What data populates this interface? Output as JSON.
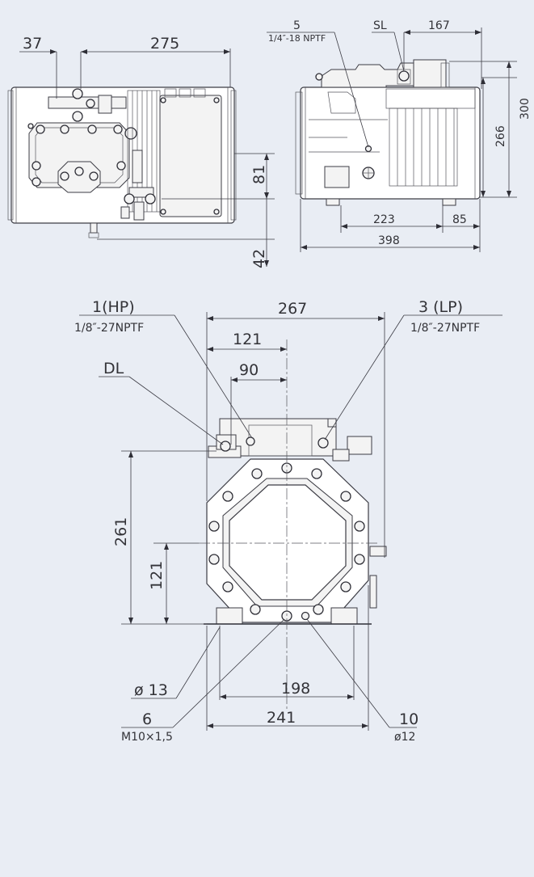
{
  "top_left_view": {
    "dims": {
      "d37": "37",
      "d275": "275",
      "d81": "81",
      "d42": "42"
    }
  },
  "top_right_view": {
    "label_5": "5",
    "label_5_thread": "1/4″-18 NPTF",
    "label_sl": "SL",
    "dims": {
      "d167": "167",
      "d300": "300",
      "d266": "266",
      "d223": "223",
      "d85": "85",
      "d398": "398"
    }
  },
  "front_view": {
    "label_hp": "1(HP)",
    "label_hp_thread": "1/8″-27NPTF",
    "label_lp": "3 (LP)",
    "label_lp_thread": "1/8″-27NPTF",
    "label_dl": "DL",
    "label_6": "6",
    "label_6_thread": "M10×1,5",
    "label_10": "10",
    "label_10_dia": "ø12",
    "label_d13": "ø 13",
    "dims": {
      "d267": "267",
      "d121a": "121",
      "d90": "90",
      "d261": "261",
      "d121b": "121",
      "d198": "198",
      "d241": "241"
    }
  }
}
